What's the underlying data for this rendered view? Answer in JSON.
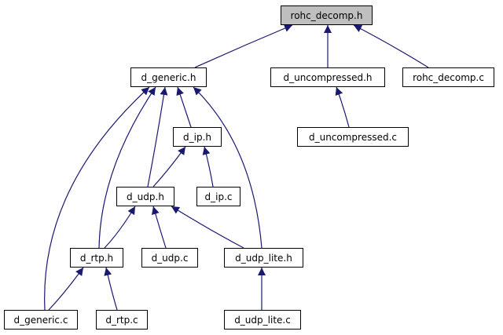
{
  "colors": {
    "edge": "#191970",
    "root_fill": "#bfbfbf",
    "node_fill": "#ffffff",
    "border": "#000000"
  },
  "nodes": {
    "rohc_decomp_h": "rohc_decomp.h",
    "d_generic_h": "d_generic.h",
    "d_uncompressed_h": "d_uncompressed.h",
    "rohc_decomp_c": "rohc_decomp.c",
    "d_uncompressed_c": "d_uncompressed.c",
    "d_ip_h": "d_ip.h",
    "d_udp_h": "d_udp.h",
    "d_ip_c": "d_ip.c",
    "d_rtp_h": "d_rtp.h",
    "d_udp_c": "d_udp.c",
    "d_udp_lite_h": "d_udp_lite.h",
    "d_generic_c": "d_generic.c",
    "d_rtp_c": "d_rtp.c",
    "d_udp_lite_c": "d_udp_lite.c"
  },
  "edges": [
    {
      "from": "d_generic_h",
      "to": "rohc_decomp_h"
    },
    {
      "from": "d_uncompressed_h",
      "to": "rohc_decomp_h"
    },
    {
      "from": "rohc_decomp_c",
      "to": "rohc_decomp_h"
    },
    {
      "from": "d_uncompressed_c",
      "to": "d_uncompressed_h"
    },
    {
      "from": "d_ip_h",
      "to": "d_generic_h"
    },
    {
      "from": "d_udp_h",
      "to": "d_generic_h"
    },
    {
      "from": "d_rtp_h",
      "to": "d_generic_h"
    },
    {
      "from": "d_generic_c",
      "to": "d_generic_h"
    },
    {
      "from": "d_udp_lite_h",
      "to": "d_generic_h"
    },
    {
      "from": "d_udp_h",
      "to": "d_ip_h"
    },
    {
      "from": "d_ip_c",
      "to": "d_ip_h"
    },
    {
      "from": "d_rtp_h",
      "to": "d_udp_h"
    },
    {
      "from": "d_udp_c",
      "to": "d_udp_h"
    },
    {
      "from": "d_udp_lite_h",
      "to": "d_udp_h"
    },
    {
      "from": "d_generic_c",
      "to": "d_rtp_h"
    },
    {
      "from": "d_rtp_c",
      "to": "d_rtp_h"
    },
    {
      "from": "d_udp_lite_c",
      "to": "d_udp_lite_h"
    }
  ]
}
